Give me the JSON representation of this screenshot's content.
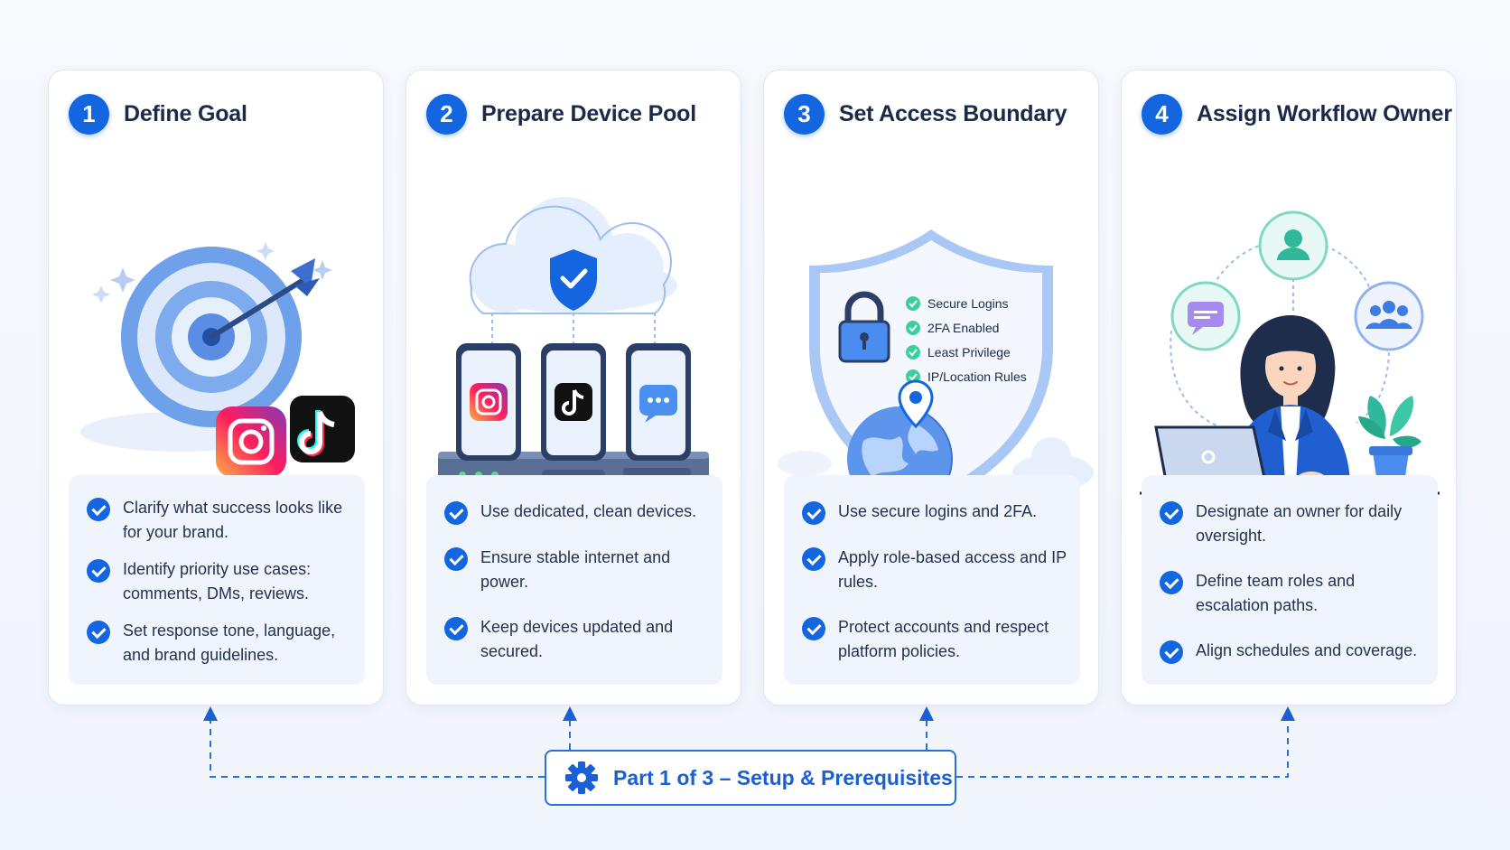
{
  "steps": [
    {
      "number": "1",
      "title": "Define Goal",
      "illustration": "target-arrow-with-social-icons",
      "bullets": [
        "Clarify what success looks like for your brand.",
        "Identify priority use cases: comments, DMs, reviews.",
        "Set response tone, language, and brand guidelines."
      ]
    },
    {
      "number": "2",
      "title": "Prepare Device Pool",
      "illustration": "cloud-shield-phones-dock",
      "bullets": [
        "Use dedicated, clean devices.",
        "Ensure stable internet and power.",
        "Keep devices updated and secured."
      ]
    },
    {
      "number": "3",
      "title": "Set Access Boundary",
      "illustration": "shield-lock-globe",
      "shield_items": [
        "Secure Logins",
        "2FA Enabled",
        "Least Privilege",
        "IP/Location Rules"
      ],
      "bullets": [
        "Use secure logins and 2FA.",
        "Apply role-based access and IP rules.",
        "Protect accounts and respect platform policies."
      ]
    },
    {
      "number": "4",
      "title": "Assign Workflow Owner",
      "illustration": "woman-laptop-team-icons",
      "bullets": [
        "Designate an owner for daily oversight.",
        "Define team roles and escalation paths.",
        "Align schedules and coverage."
      ]
    }
  ],
  "footer": {
    "label": "Part 1 of 3 – Setup & Prerequisites",
    "icon": "gear-icon"
  },
  "colors": {
    "accent": "#1366e0",
    "card_bg": "#ffffff",
    "bullet_bg": "#f0f5fd",
    "title_text": "#1b2a4a"
  }
}
